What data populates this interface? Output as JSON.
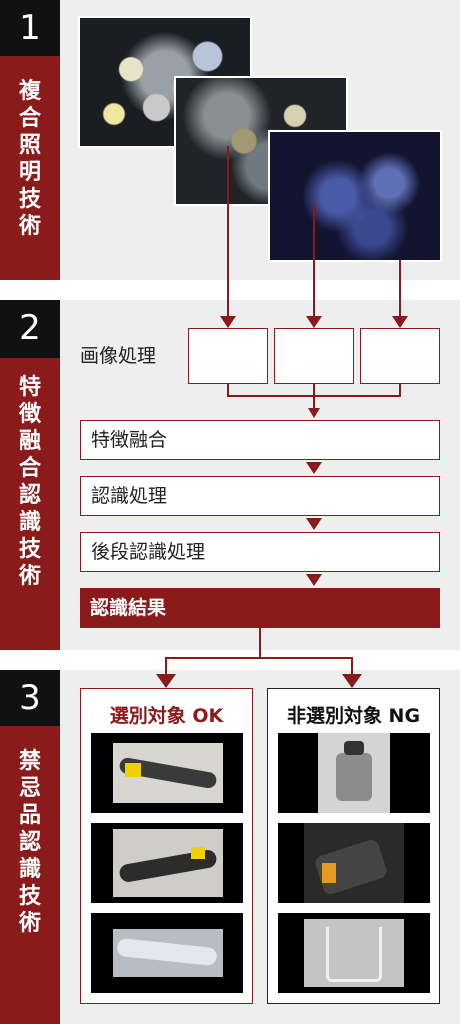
{
  "sections": [
    {
      "number": "1",
      "title": "複合照明技術"
    },
    {
      "number": "2",
      "title": "特徴融合認識技術"
    },
    {
      "number": "3",
      "title": "禁忌品認識技術"
    }
  ],
  "processing": {
    "image_label": "画像処理",
    "steps": [
      "特徴融合",
      "認識処理",
      "後段認識処理"
    ],
    "result": "認識結果"
  },
  "outputs": {
    "ok_title": "選別対象 OK",
    "ng_title": "非選別対象 NG"
  },
  "colors": {
    "accent": "#8b1a1a",
    "dark": "#111111",
    "section_bg": "#eeeeee"
  }
}
